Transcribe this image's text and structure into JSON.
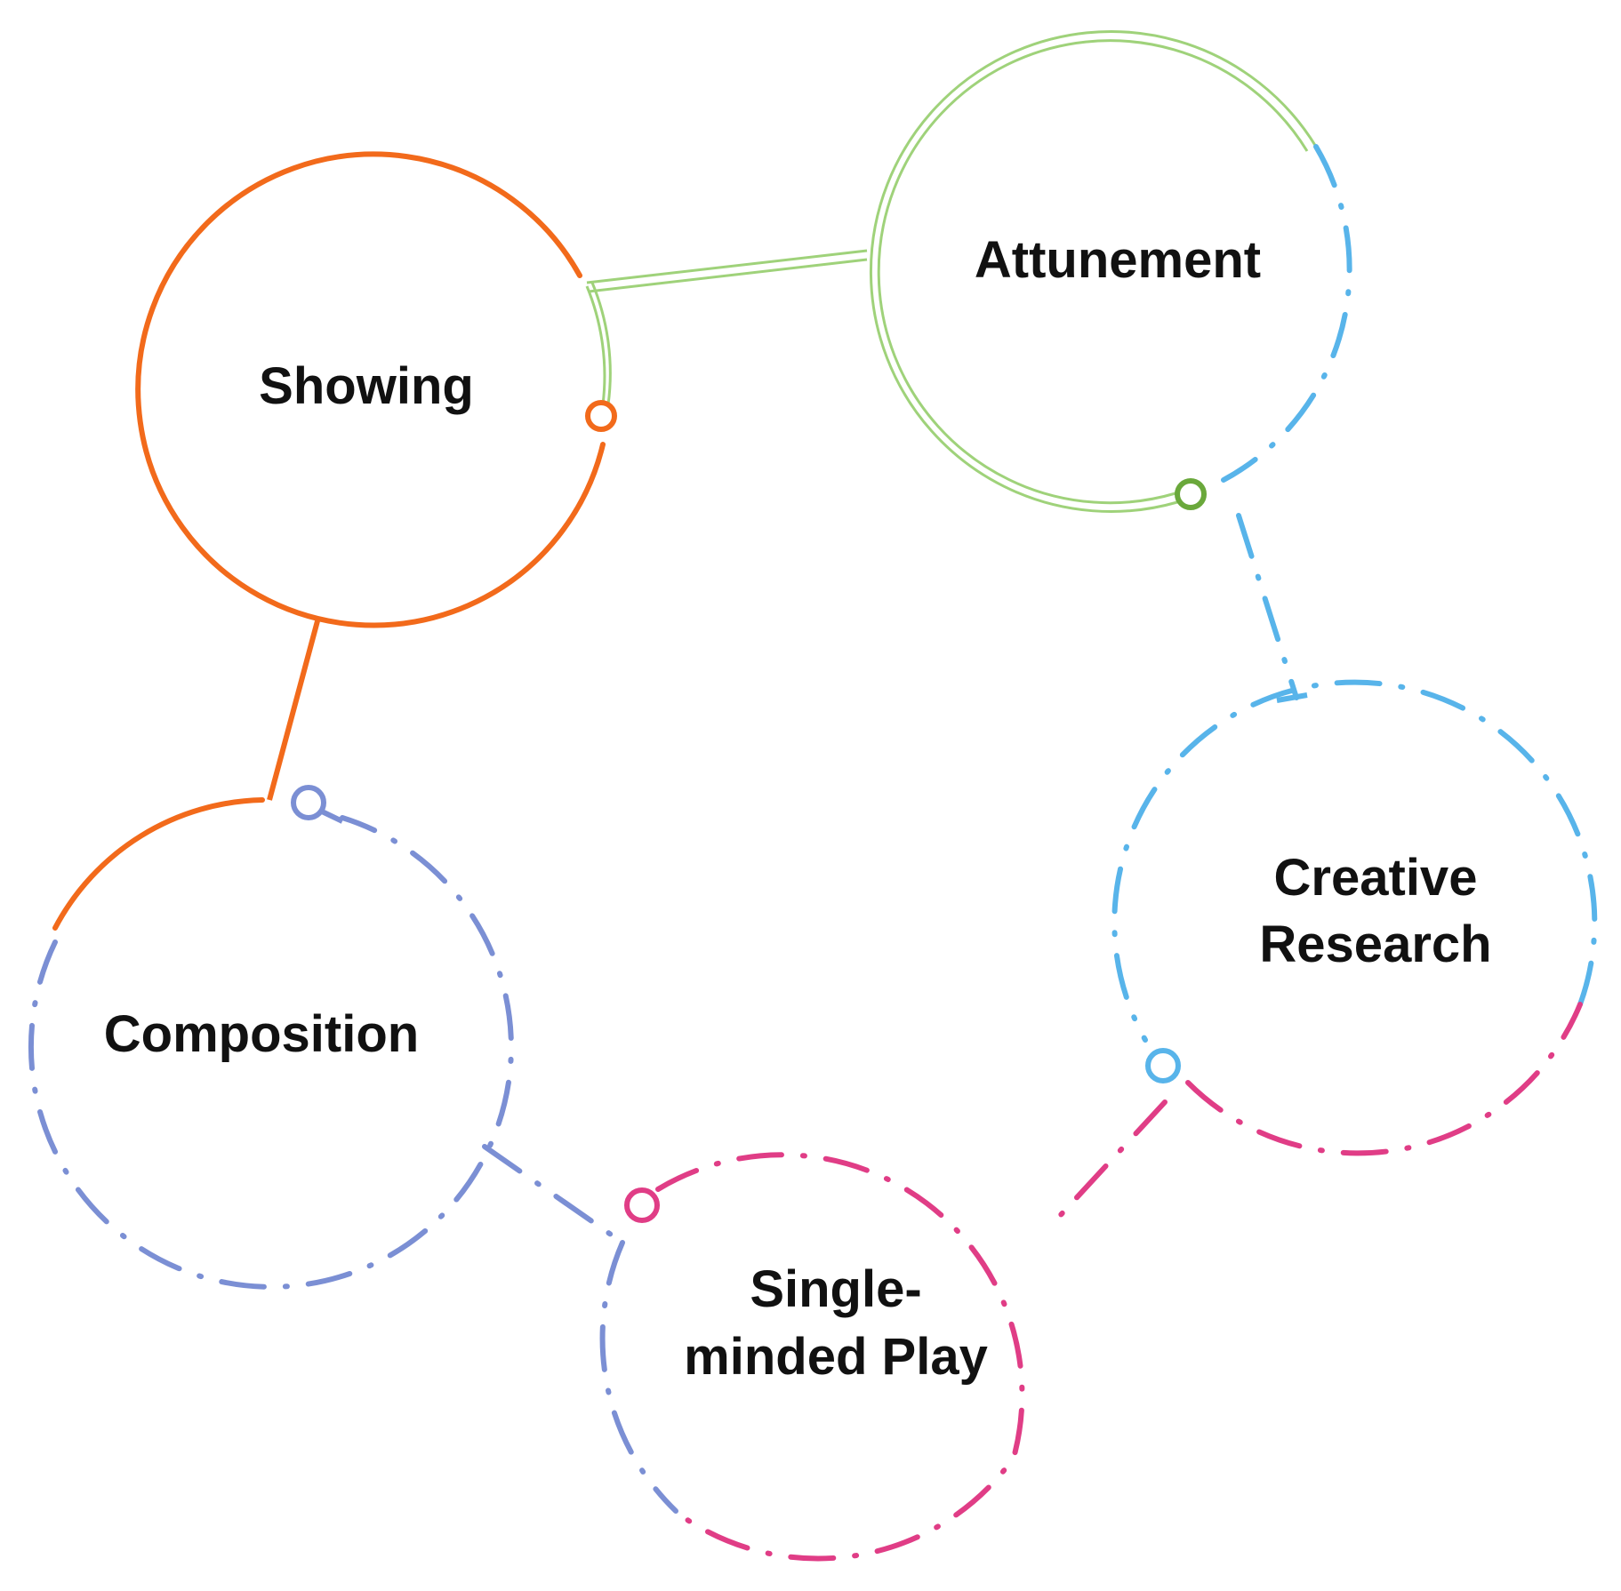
{
  "colors": {
    "showing": "#f26a1b",
    "attunement": "#9fd27a",
    "attunement_dark": "#6aa83b",
    "creative_research": "#58b4ea",
    "composition": "#7b8fd4",
    "single_minded_play": "#e03d86",
    "text": "#111111"
  },
  "nodes": {
    "showing": {
      "label": "Showing"
    },
    "attunement": {
      "label": "Attunement"
    },
    "creative_research": {
      "line1": "Creative",
      "line2": "Research"
    },
    "composition": {
      "label": "Composition"
    },
    "single_minded_play": {
      "line1": "Single-",
      "line2": "minded Play"
    }
  }
}
